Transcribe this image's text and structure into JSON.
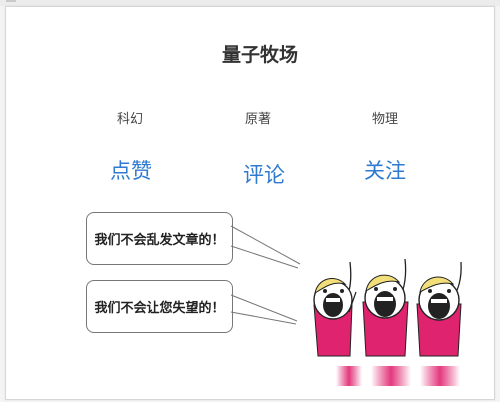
{
  "page": {
    "title": "量子牧场"
  },
  "tags": [
    {
      "label": "科幻"
    },
    {
      "label": "原著"
    },
    {
      "label": "物理"
    }
  ],
  "actions": [
    {
      "label": "点赞"
    },
    {
      "label": "评论"
    },
    {
      "label": "关注"
    }
  ],
  "bubbles": [
    {
      "text": "我们不会乱发文章的！"
    },
    {
      "text": "我们不会让您失望的！"
    }
  ],
  "colors": {
    "accent": "#2f7ad1",
    "shirt": "#e0236f",
    "hair": "#f3df7a"
  },
  "illustration": {
    "icon": "cheering-crowd-icon"
  }
}
